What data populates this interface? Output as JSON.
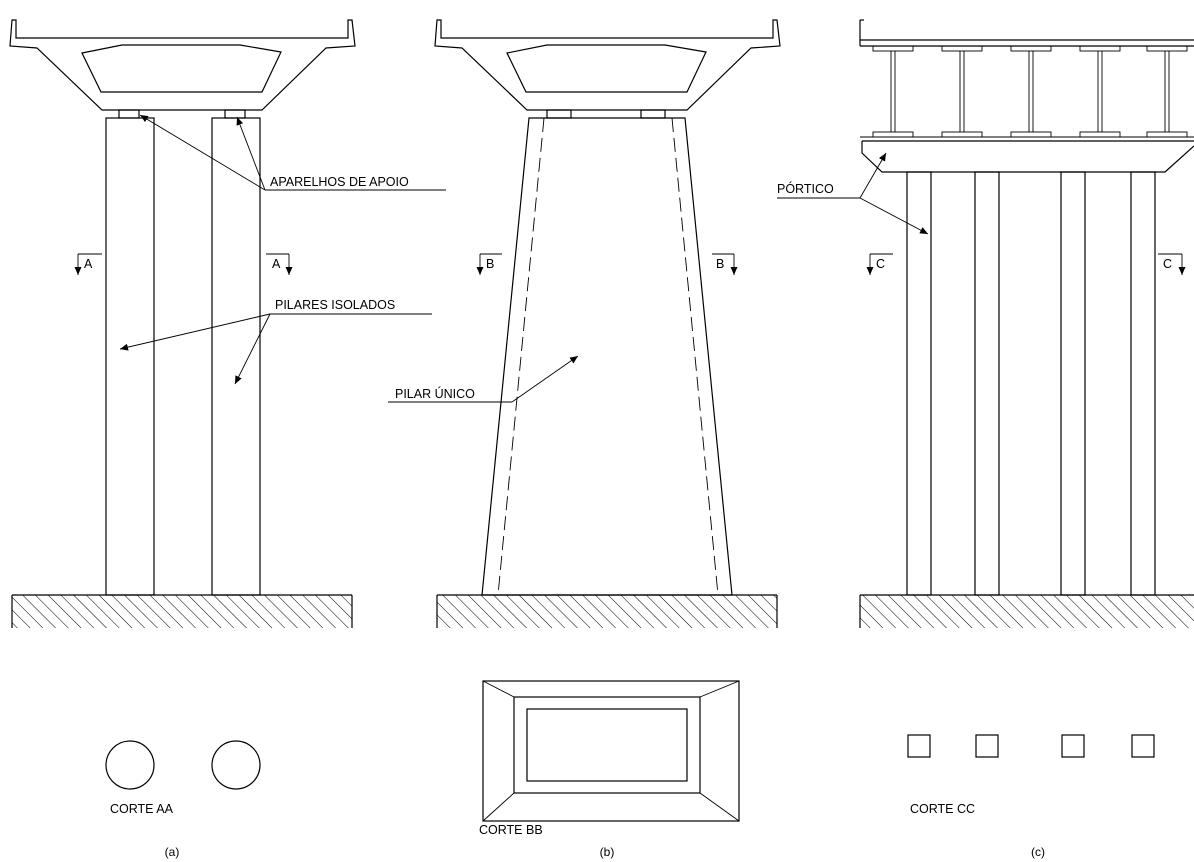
{
  "labels": {
    "aparelhos_de_apoio": "APARELHOS DE APOIO",
    "pilares_isolados": "PILARES ISOLADOS",
    "pilar_unico": "PILAR ÚNICO",
    "portico": "PÓRTICO"
  },
  "section_marks": {
    "a_left": "A",
    "a_right": "A",
    "b_left": "B",
    "b_right": "B",
    "c_left": "C",
    "c_right": "C"
  },
  "sections": {
    "aa": "CORTE AA",
    "bb": "CORTE BB",
    "cc": "CORTE CC"
  },
  "captions": {
    "a": "(a)",
    "b": "(b)",
    "c": "(c)"
  }
}
